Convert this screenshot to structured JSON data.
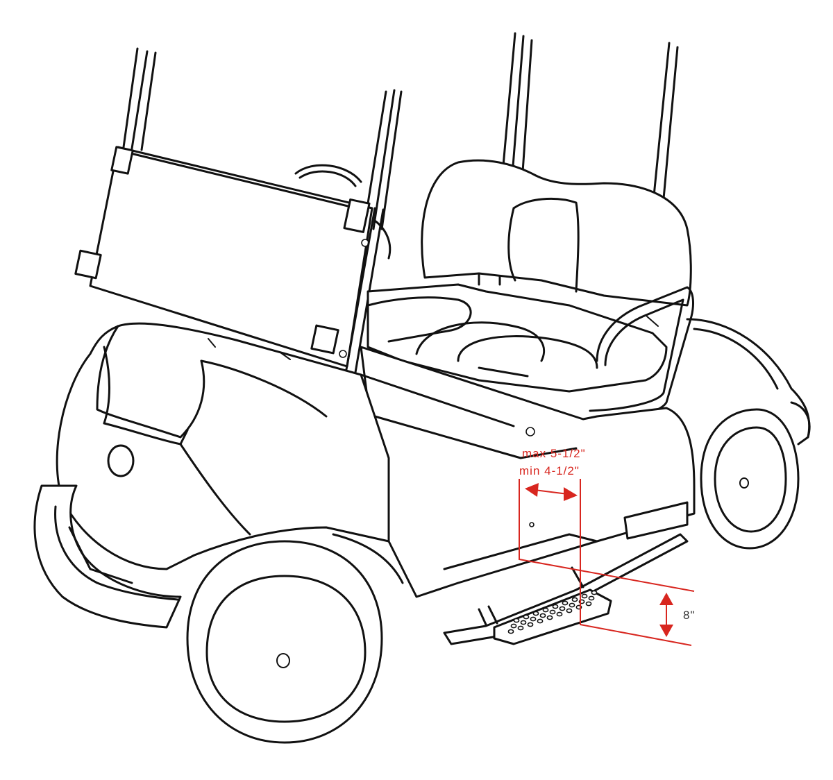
{
  "dimensions": {
    "max_offset_label": "max 5-1/2\"",
    "min_offset_label": "min 4-1/2\"",
    "height_label": "8\"",
    "color": "#d8261f"
  },
  "drawing": {
    "line_color": "#111111",
    "background": "#ffffff"
  }
}
